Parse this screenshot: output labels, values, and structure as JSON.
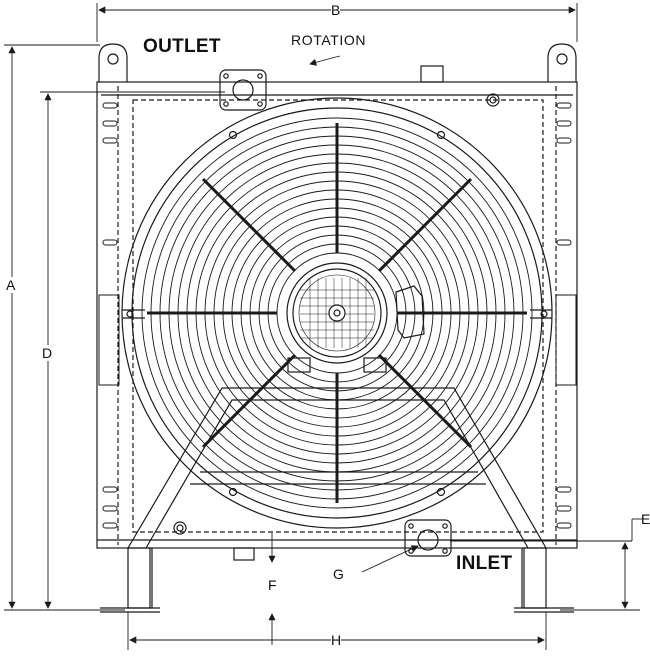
{
  "labels": {
    "outlet": "OUTLET",
    "inlet": "INLET",
    "rotation": "ROTATION"
  },
  "dimensions": {
    "a": "A",
    "b": "B",
    "d": "D",
    "e": "E",
    "f": "F",
    "g": "G",
    "h": "H"
  },
  "colors": {
    "line": "#1a1a1a",
    "background": "#ffffff"
  }
}
